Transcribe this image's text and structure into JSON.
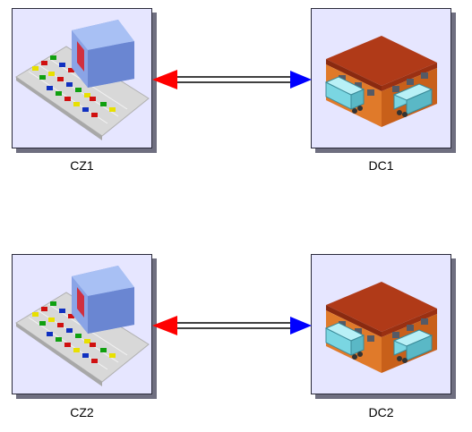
{
  "nodes": [
    {
      "id": "cz1",
      "label": "CZ1",
      "type": "customer-zone",
      "icon": "parking-lot-icon"
    },
    {
      "id": "dc1",
      "label": "DC1",
      "type": "distribution-center",
      "icon": "warehouse-icon"
    },
    {
      "id": "cz2",
      "label": "CZ2",
      "type": "customer-zone",
      "icon": "parking-lot-icon"
    },
    {
      "id": "dc2",
      "label": "DC2",
      "type": "distribution-center",
      "icon": "warehouse-icon"
    }
  ],
  "links": [
    {
      "from": "cz1",
      "to": "dc1",
      "style": "double-line",
      "from_arrow_color": "#ff0000",
      "to_arrow_color": "#0000ff"
    },
    {
      "from": "cz2",
      "to": "dc2",
      "style": "double-line",
      "from_arrow_color": "#ff0000",
      "to_arrow_color": "#0000ff"
    }
  ],
  "colors": {
    "node_fill": "#e6e6ff",
    "node_border": "#2a2a3a",
    "node_shadow": "#6f6f80",
    "link_line": "#000000"
  }
}
